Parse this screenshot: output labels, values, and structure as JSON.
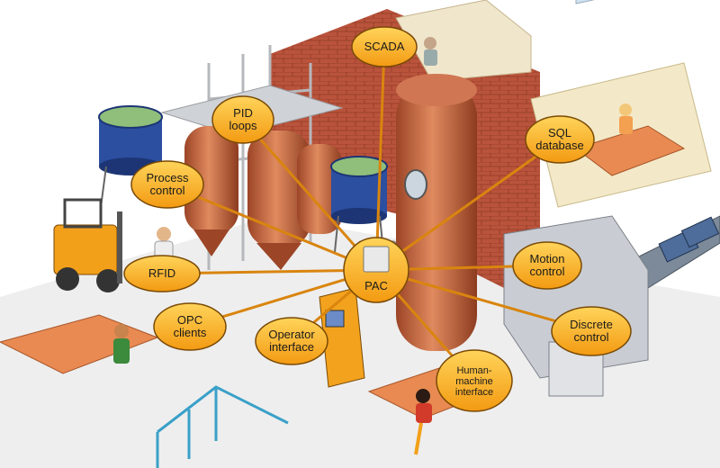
{
  "hub": {
    "label": "PAC"
  },
  "nodes": [
    {
      "id": "scada",
      "lines": [
        "SCADA"
      ]
    },
    {
      "id": "pid",
      "lines": [
        "PID",
        "loops"
      ]
    },
    {
      "id": "sql",
      "lines": [
        "SQL",
        "database"
      ]
    },
    {
      "id": "process",
      "lines": [
        "Process",
        "control"
      ]
    },
    {
      "id": "rfid",
      "lines": [
        "RFID"
      ]
    },
    {
      "id": "motion",
      "lines": [
        "Motion",
        "control"
      ]
    },
    {
      "id": "opc",
      "lines": [
        "OPC",
        "clients"
      ]
    },
    {
      "id": "operator",
      "lines": [
        "Operator",
        "interface"
      ]
    },
    {
      "id": "discrete",
      "lines": [
        "Discrete",
        "control"
      ]
    },
    {
      "id": "hmi",
      "lines": [
        "Human-",
        "machine",
        "interface"
      ]
    }
  ],
  "colors": {
    "bubble": "#f5a81c",
    "bubble_stroke": "#7a4a06",
    "connector": "#d9850f",
    "copper": "#c4643a",
    "brick": "#b5432f",
    "steel": "#b8bcc2",
    "tank_blue": "#2c4fa0",
    "floor": "#eeeeee"
  }
}
